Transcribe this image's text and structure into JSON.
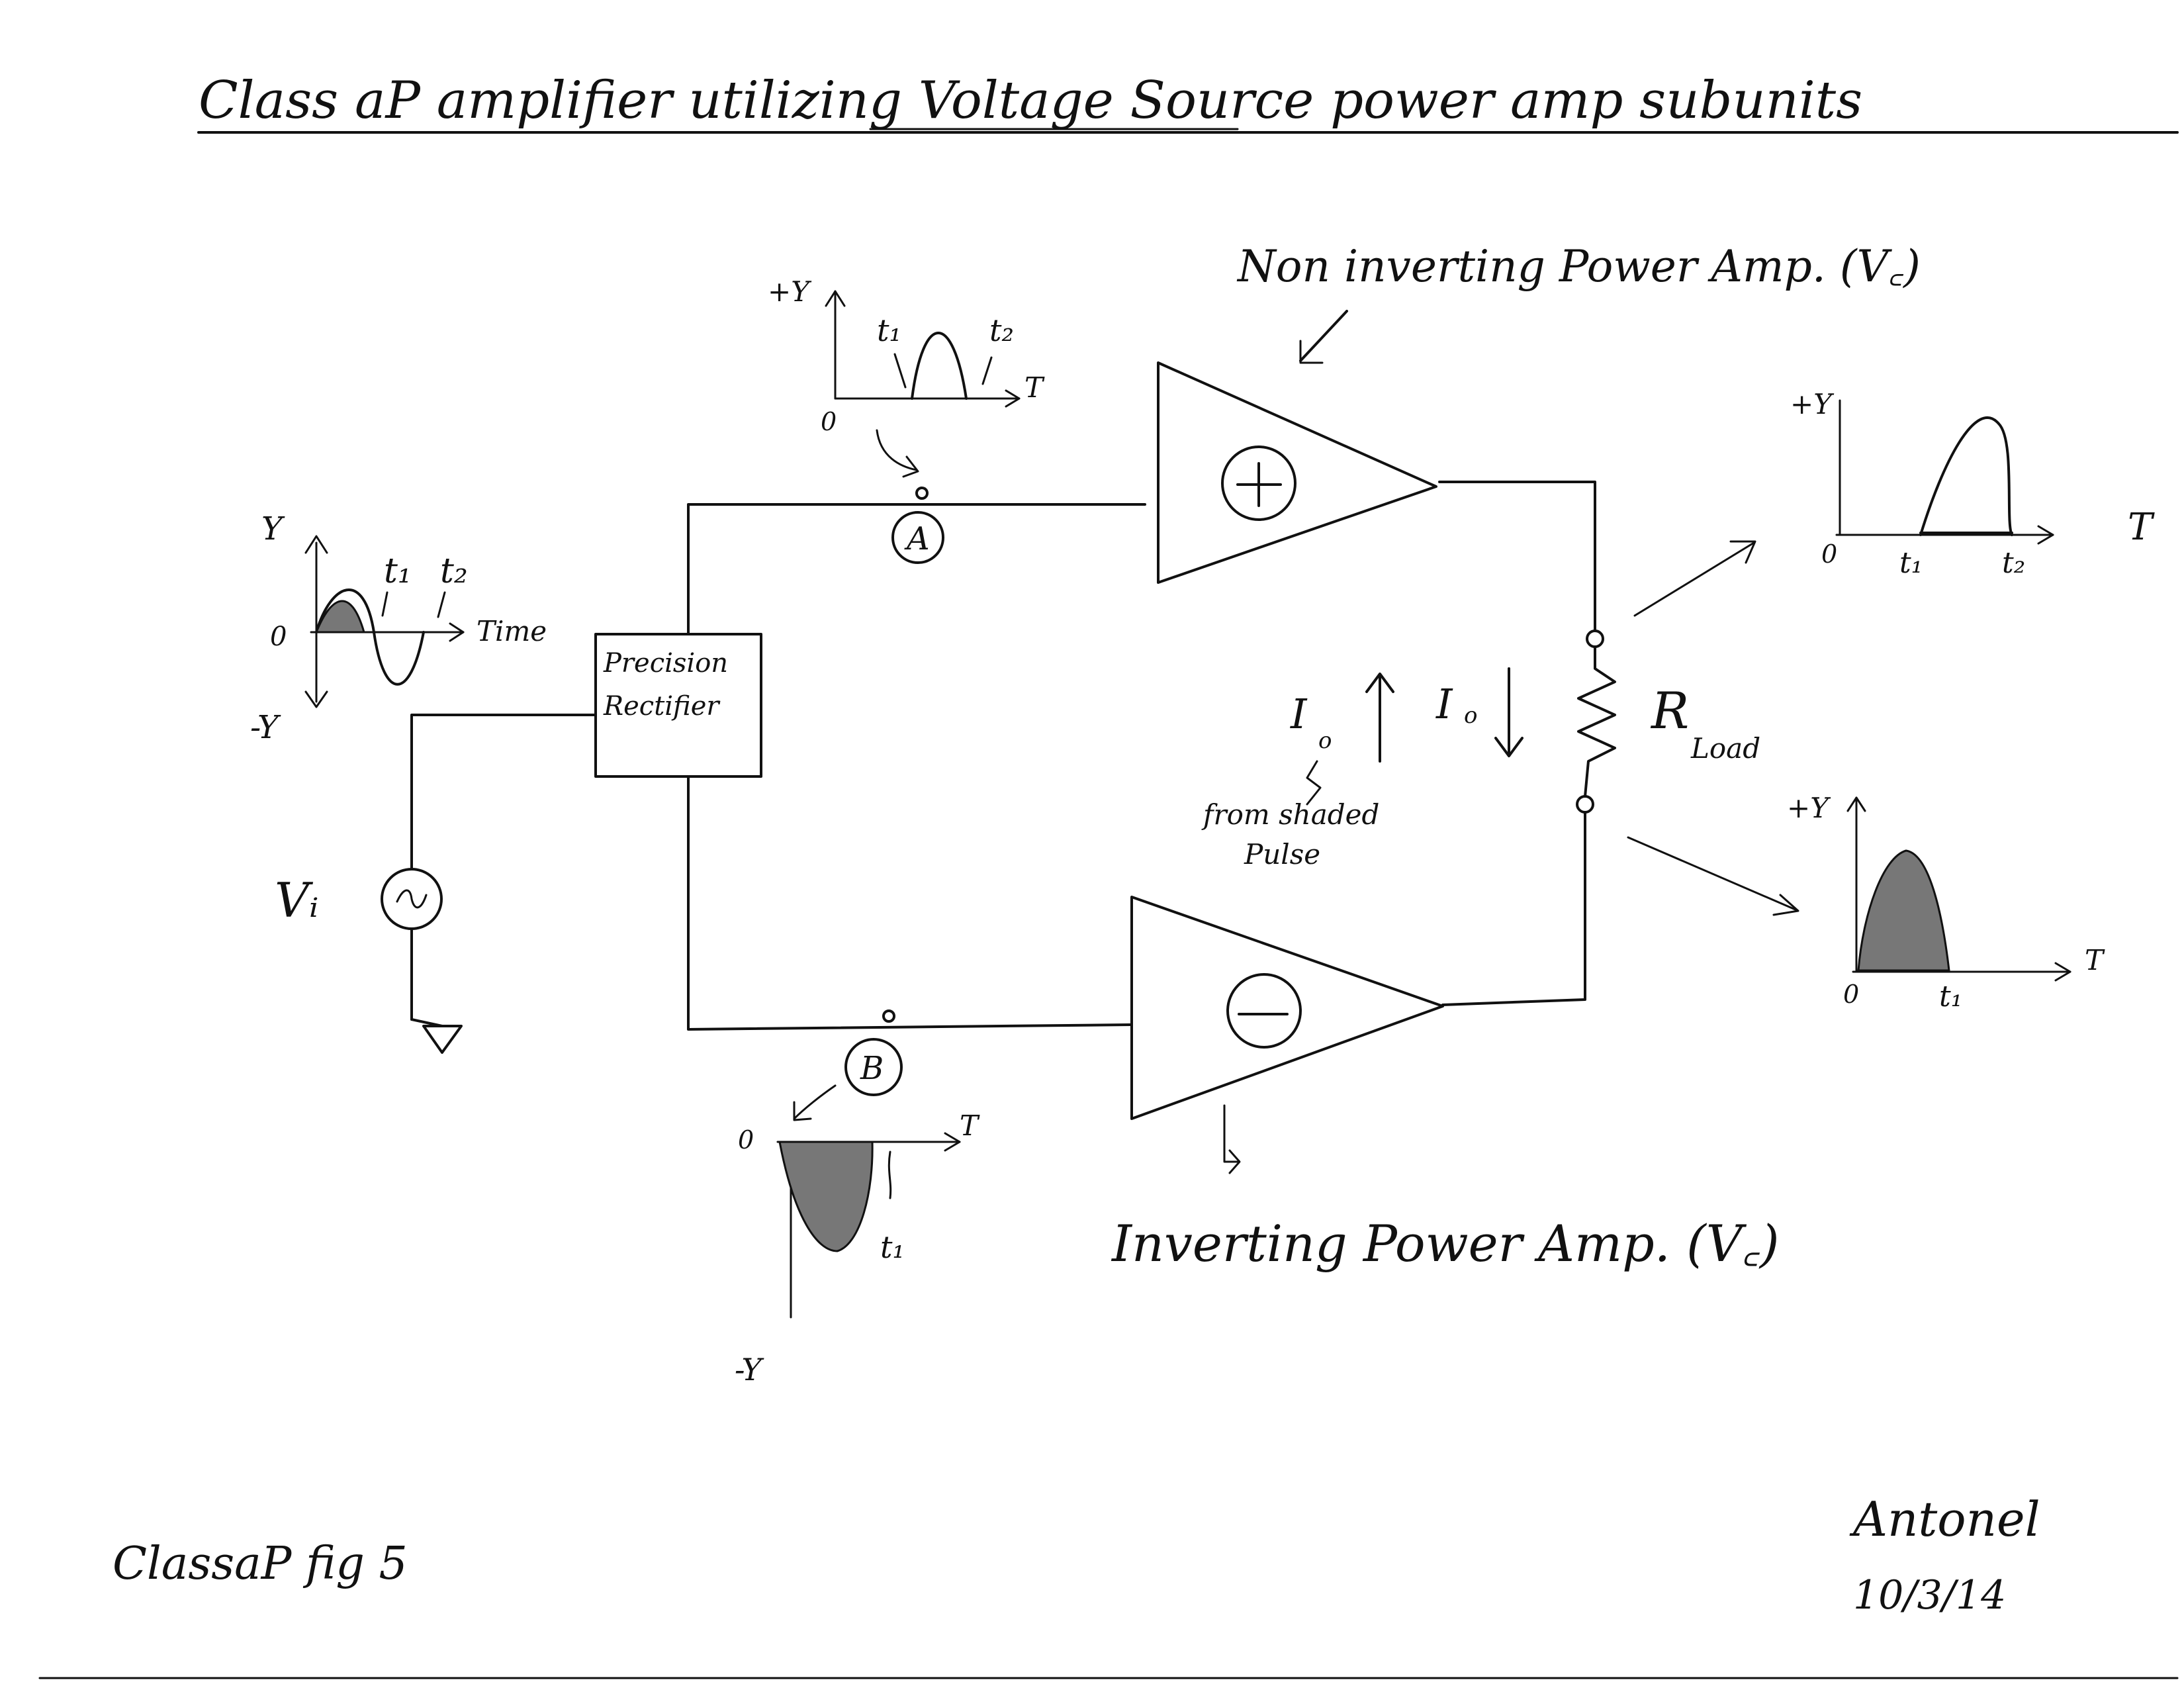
{
  "title": "Class aP amplifier utilizing Voltage Source power amp subunits",
  "input_waveform": {
    "y_label": "Y",
    "neg_y_label": "-Y",
    "origin_label": "0",
    "t1": "t₁",
    "t2": "t₂",
    "time_label": "Time"
  },
  "source": {
    "label": "Vᵢ"
  },
  "rectifier": {
    "label_line1": "Precision",
    "label_line2": "Rectifier"
  },
  "node_a": {
    "label": "A",
    "y_label": "+Y",
    "origin_label": "0",
    "t1": "t₁",
    "t2": "t₂",
    "t_label": "T"
  },
  "node_b": {
    "label": "B",
    "origin_label": "0",
    "t_label": "T",
    "neg_y_label": "-Y",
    "t1": "t₁"
  },
  "amps": {
    "non_inverting_label": "Non inverting Power Amp. (V꜀)",
    "inverting_label": "Inverting Power Amp. (V꜀)"
  },
  "load": {
    "label": "R",
    "subscript": "Load"
  },
  "current": {
    "up_label": "I",
    "down_label": "I",
    "sub": "o",
    "note_line1": "from shaded",
    "note_line2": "Pulse"
  },
  "output_upper": {
    "y_label": "+Y",
    "origin_label": "0",
    "t1": "t₁",
    "t2": "t₂",
    "t_label": "T"
  },
  "output_lower": {
    "y_label": "+Y",
    "origin_label": "0",
    "t1": "t₁",
    "t_label": "T"
  },
  "footer": {
    "figure_label": "ClassaP fig 5",
    "signature": "Antonel",
    "date": "10/3/14"
  }
}
